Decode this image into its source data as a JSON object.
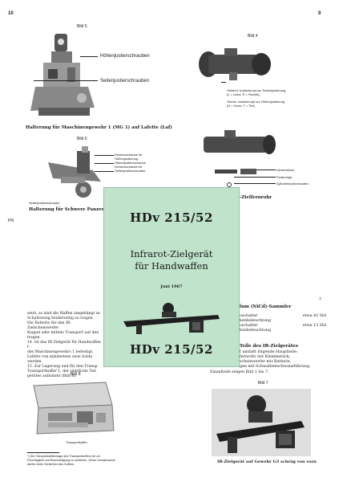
{
  "left_page": {
    "page_number": "10",
    "fig5_label": "Bild 5",
    "fig5_callout_top": "Höhenjustierschrauben",
    "fig5_callout_bottom": "Seitenjustierschrauben",
    "fig5_caption": "Halterung für Maschinengewehr 1 (MG 1) auf Lafette (Laf)",
    "fig6_label": "Bild 6",
    "fig6_callouts": [
      "Klemmschraube für",
      "Höhenjustierung",
      "Höhenjustierschraube",
      "Klemmschraube für",
      "Seitenjustierschraube"
    ],
    "fig6_callout_left": "Seitenjustierschraube",
    "fig6_caption": "Halterung für Schwere Panzerf",
    "margin_mark": "PN",
    "body_lines": [
      "setzt, so sind die Waffen umgehängt se",
      "Schulterung beiderseitig zu tragen",
      "Die Batterie für den IR-Zielscheinwerfer",
      "Koppel oder mittels Transport auf den",
      "tragen.",
      "14. Ist das IR-Zielgerät für Handwaffen f",
      "des Maschinengewehrs 1 befestigt,",
      "Lafette von mindestens zwei Solda",
      "werden.",
      "15. Zur Lagerung und für den Transp",
      "Transportkoffer 1, der sämtliche Teil",
      "gerätes aufnimmt (Bild 8)."
    ],
    "fig8_label": "Bild 8",
    "fig8_caption": "Transportkoffer",
    "footnote": "*) Der Schaumstoffeinlage des Transportkoffers ist vor Feuchtigkeit und Beschädigung zu schützen. Seine Gewahrsame dürfen beim Schließen des Koffers."
  },
  "right_page": {
    "page_number": "9",
    "fig4_label": "Bild 4",
    "fig4_callouts": [
      "Hinterer Justierknopf zur Seitenjustierung",
      "(L = Links; R = Rechts)",
      "Oberer Justierknopf zur Höhenjustierung",
      "(H = Hoch; T = Tief)"
    ],
    "fig4b_callouts": [
      "Klemmstück",
      "Federringe",
      "Zylinderkopfschrauben"
    ],
    "fig4_caption_fragment": "-Zielfernrohr",
    "page_marker": "7",
    "heading_fragment": "lum (NiCd)-Sammler",
    "list_rows": [
      {
        "left": "oschalter",
        "right": "etwa 42 Std"
      },
      {
        "left": "kenbeleuchtung",
        "right": ""
      },
      {
        "left": "oschalter",
        "right": "etwa 13 Std"
      },
      {
        "left": "kenbeleuchtung",
        "right": ""
      }
    ],
    "section_heading": "Teile des IR-Zielgerätes",
    "section_lines": [
      "t umfaßt folgende Hauptteile:",
      "fernrohr mit Klemmstück,",
      "scheinwerfer mit Batterie,",
      "gen mit Schwalbenschwanzführung.",
      "Einzelteile zeigen Bild 1 bis 7."
    ],
    "fig7_label": "Bild 7",
    "fig7_caption": "IR-Zielgerät auf Gewehr G3 schräg von vorn"
  },
  "cover": {
    "code_top": "HDv 215/52",
    "title_line1": "Infrarot-Zielgerät",
    "title_line2": "für Handwaffen",
    "date": "Juni 1967",
    "code_bottom": "HDv 215/52"
  }
}
